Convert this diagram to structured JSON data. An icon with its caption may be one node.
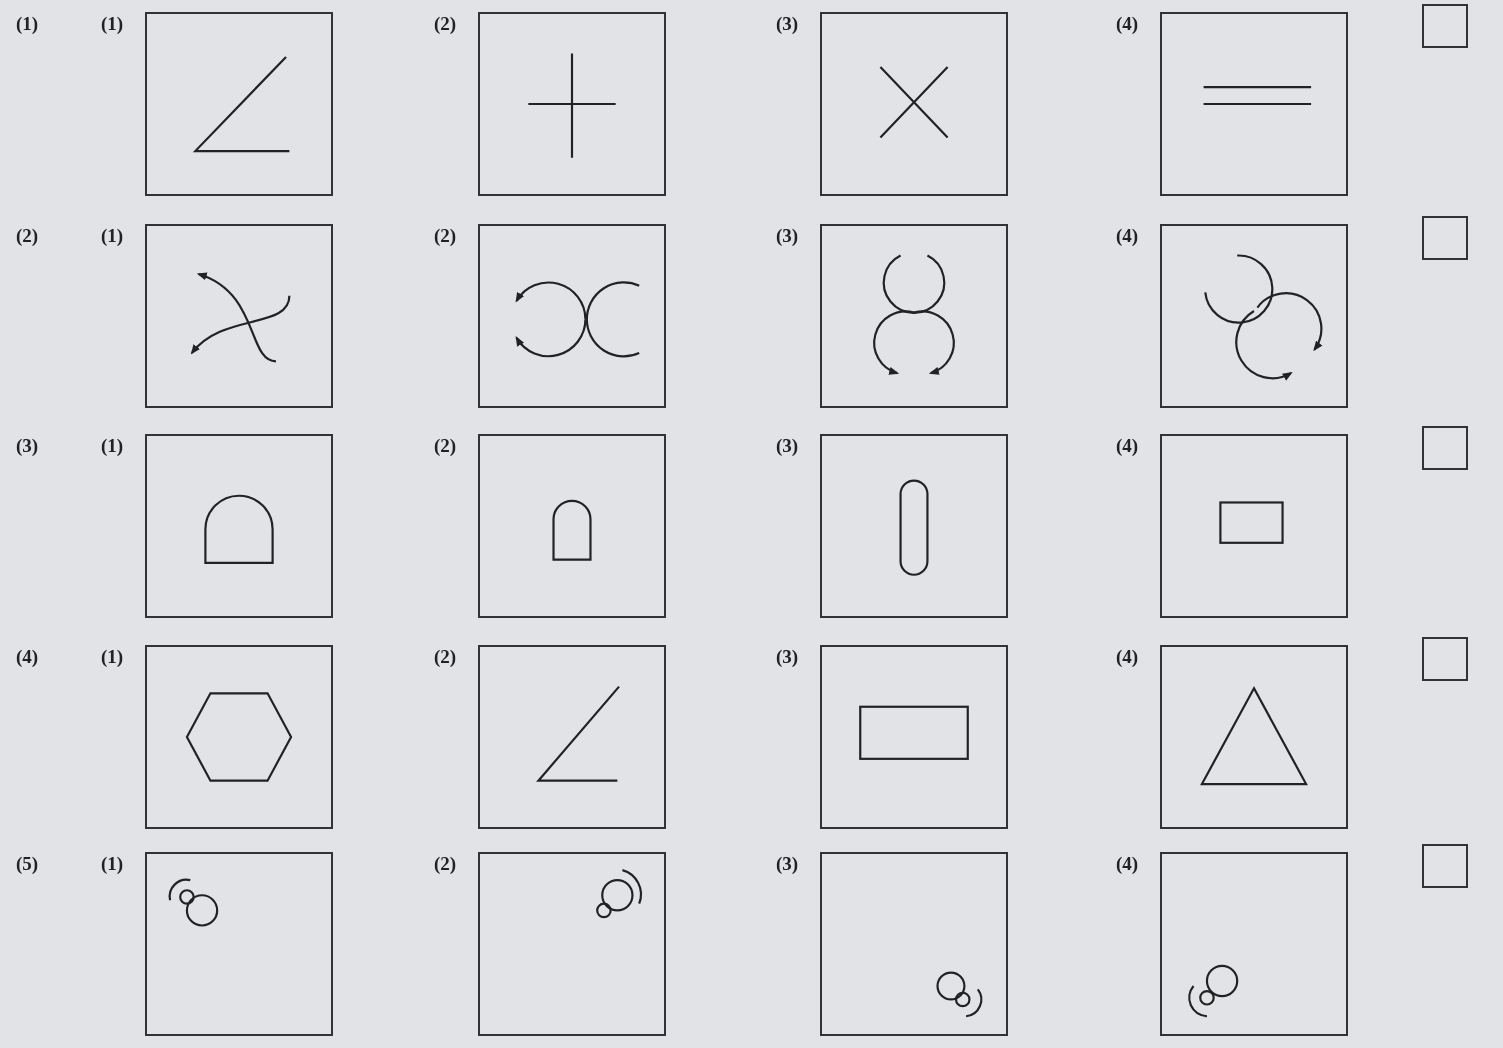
{
  "diagram": {
    "labels": [
      "(1)",
      "(1)",
      "(2)",
      "(3)",
      "(4)",
      "(2)",
      "(1)",
      "(2)",
      "(3)",
      "(4)",
      "(3)",
      "(1)",
      "(2)",
      "(3)",
      "(4)",
      "(4)",
      "(1)",
      "(2)",
      "(3)",
      "(4)",
      "(5)",
      "(1)",
      "(2)",
      "(3)",
      "(4)"
    ]
  }
}
